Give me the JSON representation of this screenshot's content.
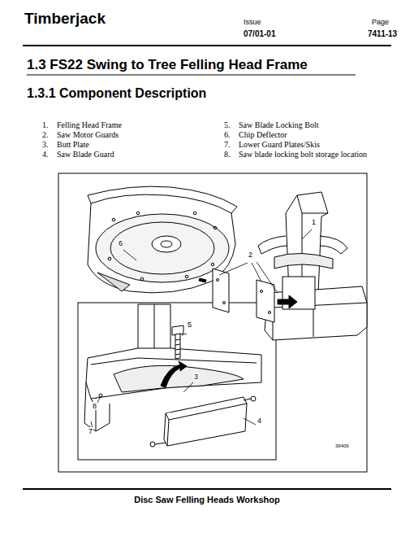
{
  "diagram": {
    "title": "1.3 FS22 Swing to Tree Felling Head Frame",
    "labels": [
      "Timberjack",
      "Issue",
      "Page",
      "07/01-01",
      "7411-13",
      "1.3.1 Component Description",
      "1.",
      "Felling Head Frame",
      "2.",
      "Saw Motor Guards",
      "3.",
      "Butt Plate",
      "4.",
      "Saw Blade Guard",
      "5.",
      "Saw Blade Locking Bolt",
      "6.",
      "Chip Deflector",
      "7.",
      "Lower Guard Plates/Skis",
      "8.",
      "Saw blade locking bolt storage location",
      "1",
      "2",
      "6",
      "5",
      "3",
      "4",
      "8",
      "7",
      "39409",
      "Disc Saw Felling Heads Workshop"
    ]
  }
}
